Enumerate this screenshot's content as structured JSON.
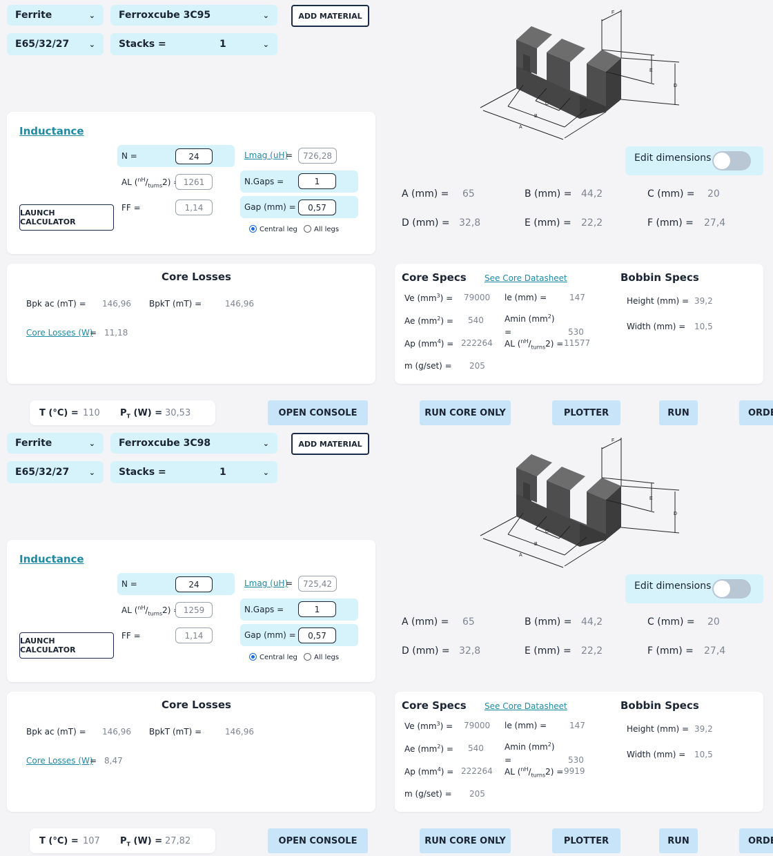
{
  "panels": [
    {
      "material_family": "Ferrite",
      "material": "Ferroxcube 3C95",
      "add_material": "ADD MATERIAL",
      "core_shape": "E65/32/27",
      "stacks_label": "Stacks =",
      "stacks_value": "1",
      "inductance": {
        "title": "Inductance",
        "n_label": "N =",
        "n_value": "24",
        "lmag_label": "Lmag (uH)",
        "lmag_eq": "=",
        "lmag_value": "726,28",
        "al_label": "AL (",
        "al_sup": "nH",
        "al_sub": "turns",
        "al_tail": "2) =",
        "al_value": "1261",
        "ngaps_label": "N.Gaps =",
        "ngaps_value": "1",
        "ff_label": "FF =",
        "ff_value": "1,14",
        "gap_label": "Gap (mm) =",
        "gap_value": "0,57",
        "launch": "LAUNCH CALCULATOR",
        "radio_central": "Central leg",
        "radio_all": "All legs"
      },
      "edit_dimensions": "Edit dimensions",
      "dims": [
        {
          "label": "A (mm) =",
          "value": "65"
        },
        {
          "label": "B (mm) =",
          "value": "44,2"
        },
        {
          "label": "C (mm) =",
          "value": "20"
        },
        {
          "label": "D (mm) =",
          "value": "32,8"
        },
        {
          "label": "E (mm) =",
          "value": "22,2"
        },
        {
          "label": "F (mm) =",
          "value": "27,4"
        }
      ],
      "core_losses": {
        "title": "Core Losses",
        "bpk_label": "Bpk ac (mT) =",
        "bpk_value": "146,96",
        "bpkt_label": "BpkT (mT) =",
        "bpkt_value": "146,96",
        "losses_label": "Core Losses (W)",
        "losses_eq": "=",
        "losses_value": "11,18"
      },
      "core_specs": {
        "title": "Core Specs",
        "datasheet": "See Core Datasheet",
        "ve_label": "Ve (mm",
        "ve_sup": "3",
        "ve_tail": ") =",
        "ve_value": "79000",
        "le_label": "le (mm) =",
        "le_value": "147",
        "ae_label": "Ae (mm",
        "ae_sup": "2",
        "ae_tail": ") =",
        "ae_value": "540",
        "amin_label": "Amin (mm",
        "amin_sup": "2",
        "amin_tail": ")",
        "amin_eq": "=",
        "amin_value": "530",
        "ap_label": "Ap (mm",
        "ap_sup": "4",
        "ap_tail": ") =",
        "ap_value": "222264",
        "al_label": "AL (",
        "al_sup": "nH",
        "al_sub": "turns",
        "al_tail": "2) =",
        "al_value": "11577",
        "m_label": "m (g/set) =",
        "m_value": "205"
      },
      "bobbin_specs": {
        "title": "Bobbin Specs",
        "height_label": "Height (mm) =",
        "height_value": "39,2",
        "width_label": "Width (mm) =",
        "width_value": "10,5"
      },
      "temp_label": "T (°C) =",
      "temp_value": "110",
      "pt_label": "P",
      "pt_sub": "T",
      "pt_tail": " (W) =",
      "pt_value": "30,53",
      "buttons": {
        "console": "OPEN CONSOLE",
        "core_only": "RUN CORE ONLY",
        "plotter": "PLOTTER",
        "run": "RUN",
        "order": "ORDE"
      }
    },
    {
      "material_family": "Ferrite",
      "material": "Ferroxcube 3C98",
      "add_material": "ADD MATERIAL",
      "core_shape": "E65/32/27",
      "stacks_label": "Stacks =",
      "stacks_value": "1",
      "inductance": {
        "title": "Inductance",
        "n_label": "N =",
        "n_value": "24",
        "lmag_label": "Lmag (uH)",
        "lmag_eq": "=",
        "lmag_value": "725,42",
        "al_label": "AL (",
        "al_sup": "nH",
        "al_sub": "turns",
        "al_tail": "2) =",
        "al_value": "1259",
        "ngaps_label": "N.Gaps =",
        "ngaps_value": "1",
        "ff_label": "FF =",
        "ff_value": "1,14",
        "gap_label": "Gap (mm) =",
        "gap_value": "0,57",
        "launch": "LAUNCH CALCULATOR",
        "radio_central": "Central leg",
        "radio_all": "All legs"
      },
      "edit_dimensions": "Edit dimensions",
      "dims": [
        {
          "label": "A (mm) =",
          "value": "65"
        },
        {
          "label": "B (mm) =",
          "value": "44,2"
        },
        {
          "label": "C (mm) =",
          "value": "20"
        },
        {
          "label": "D (mm) =",
          "value": "32,8"
        },
        {
          "label": "E (mm) =",
          "value": "22,2"
        },
        {
          "label": "F (mm) =",
          "value": "27,4"
        }
      ],
      "core_losses": {
        "title": "Core Losses",
        "bpk_label": "Bpk ac (mT) =",
        "bpk_value": "146,96",
        "bpkt_label": "BpkT (mT) =",
        "bpkt_value": "146,96",
        "losses_label": "Core Losses (W)",
        "losses_eq": "=",
        "losses_value": "8,47"
      },
      "core_specs": {
        "title": "Core Specs",
        "datasheet": "See Core Datasheet",
        "ve_label": "Ve (mm",
        "ve_sup": "3",
        "ve_tail": ") =",
        "ve_value": "79000",
        "le_label": "le (mm) =",
        "le_value": "147",
        "ae_label": "Ae (mm",
        "ae_sup": "2",
        "ae_tail": ") =",
        "ae_value": "540",
        "amin_label": "Amin (mm",
        "amin_sup": "2",
        "amin_tail": ")",
        "amin_eq": "=",
        "amin_value": "530",
        "ap_label": "Ap (mm",
        "ap_sup": "4",
        "ap_tail": ") =",
        "ap_value": "222264",
        "al_label": "AL (",
        "al_sup": "nH",
        "al_sub": "turns",
        "al_tail": "2) =",
        "al_value": "9919",
        "m_label": "m (g/set) =",
        "m_value": "205"
      },
      "bobbin_specs": {
        "title": "Bobbin Specs",
        "height_label": "Height (mm) =",
        "height_value": "39,2",
        "width_label": "Width (mm) =",
        "width_value": "10,5"
      },
      "temp_label": "T (°C) =",
      "temp_value": "107",
      "pt_label": "P",
      "pt_sub": "T",
      "pt_tail": " (W) =",
      "pt_value": "27,82",
      "buttons": {
        "console": "OPEN CONSOLE",
        "core_only": "RUN CORE ONLY",
        "plotter": "PLOTTER",
        "run": "RUN",
        "order": "ORDE"
      }
    }
  ],
  "diagram_labels": {
    "a": "A",
    "b": "B",
    "c": "C",
    "d": "D",
    "e": "E",
    "f": "F"
  },
  "colors": {
    "accent": "#1f8aa3",
    "cyan_field": "#d6f3fb",
    "button_fill": "#c8e4f8",
    "core_gray": "#555555"
  }
}
